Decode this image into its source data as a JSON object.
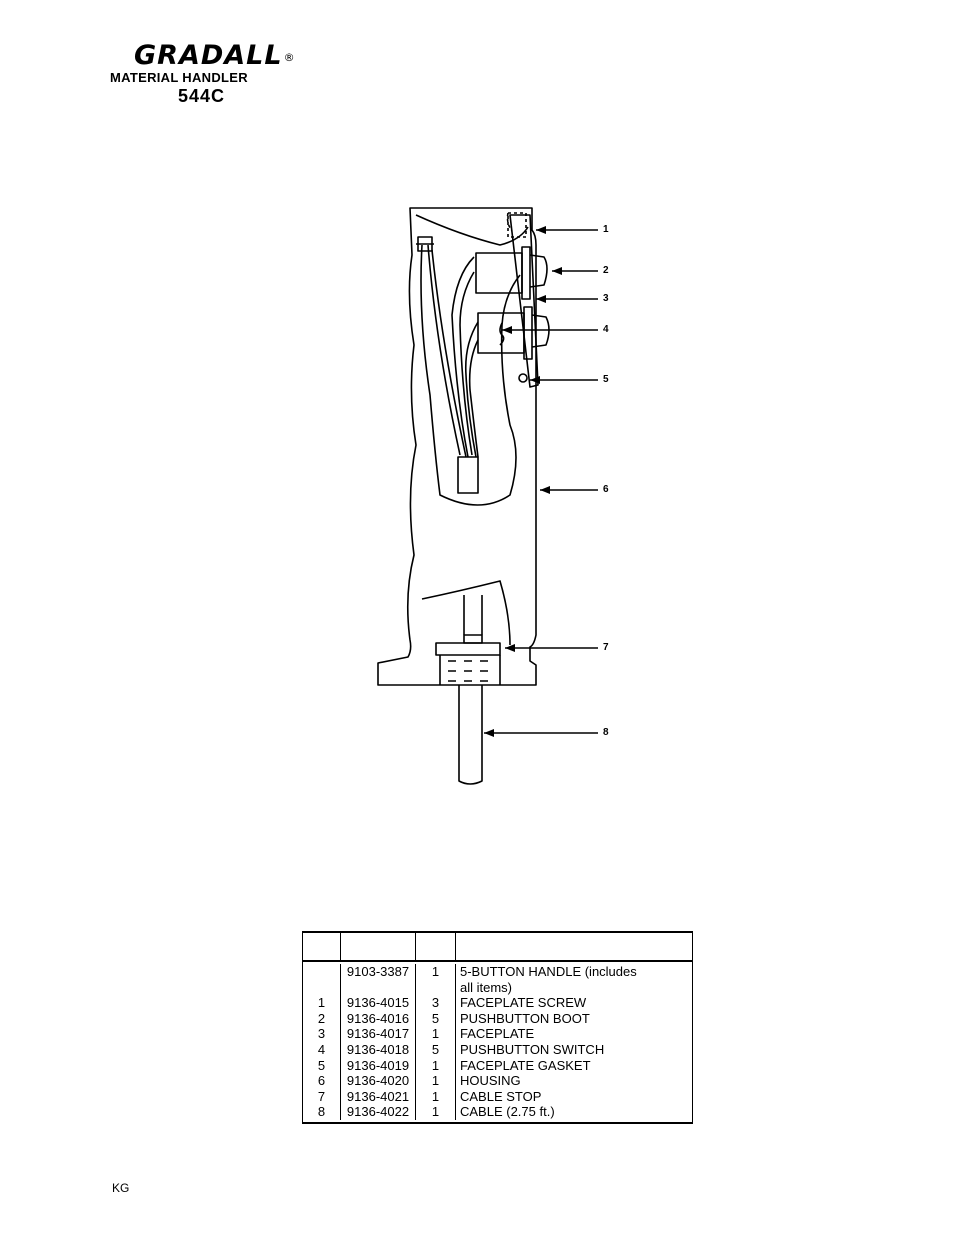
{
  "header": {
    "brand": "GRADALL",
    "registered": "®",
    "subtitle": "MATERIAL HANDLER",
    "model": "544C"
  },
  "drawing": {
    "callouts": [
      "1",
      "2",
      "3",
      "4",
      "5",
      "6",
      "7",
      "8"
    ]
  },
  "parts_table": {
    "rows": [
      {
        "item": "",
        "part": "9103-3387",
        "qty": "1",
        "desc": "5-BUTTON HANDLE (includes"
      },
      {
        "item": "",
        "part": "",
        "qty": "",
        "desc": "all items)"
      },
      {
        "item": "1",
        "part": "9136-4015",
        "qty": "3",
        "desc": "FACEPLATE SCREW"
      },
      {
        "item": "2",
        "part": "9136-4016",
        "qty": "5",
        "desc": "PUSHBUTTON BOOT"
      },
      {
        "item": "3",
        "part": "9136-4017",
        "qty": "1",
        "desc": "FACEPLATE"
      },
      {
        "item": "4",
        "part": "9136-4018",
        "qty": "5",
        "desc": "PUSHBUTTON SWITCH"
      },
      {
        "item": "5",
        "part": "9136-4019",
        "qty": "1",
        "desc": "FACEPLATE GASKET"
      },
      {
        "item": "6",
        "part": "9136-4020",
        "qty": "1",
        "desc": "HOUSING"
      },
      {
        "item": "7",
        "part": "9136-4021",
        "qty": "1",
        "desc": "CABLE STOP"
      },
      {
        "item": "8",
        "part": "9136-4022",
        "qty": "1",
        "desc": "CABLE (2.75 ft.)"
      }
    ]
  },
  "footer": {
    "code": "KG"
  }
}
